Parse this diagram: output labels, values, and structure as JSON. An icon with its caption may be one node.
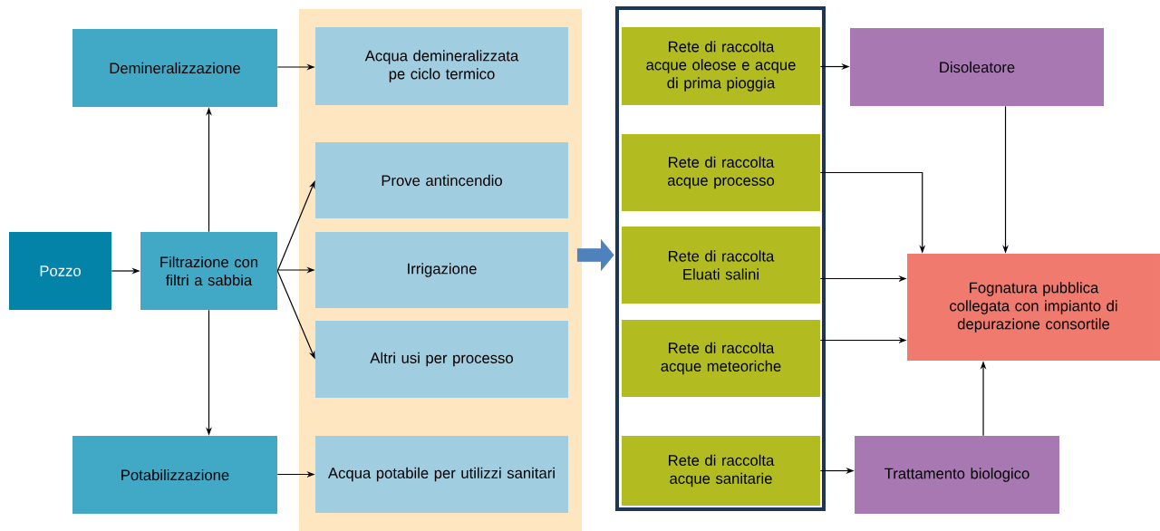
{
  "diagram": {
    "nodes": [
      {
        "text": [
          "Demineralizzazione"
        ]
      },
      {
        "text": [
          "Pozzo"
        ]
      },
      {
        "text": [
          "Filtrazione con filtri a sabbia"
        ]
      },
      {
        "text": [
          "Potabilizzazione"
        ]
      },
      {
        "text": [],
        "shape": "box"
      },
      {
        "text": [
          "Acqua demineralizzata pe ciclo termico"
        ],
        "in": 4
      },
      {
        "text": [
          "Prove antincendio"
        ],
        "in": 4
      },
      {
        "text": [
          "Irrigazione"
        ],
        "in": 4
      },
      {
        "text": [
          "Altri usi per processo"
        ],
        "in": 4
      },
      {
        "text": [
          "Acqua potabile per utilizzi sanitari"
        ],
        "in": 4
      },
      {
        "text": [],
        "shape": "box"
      },
      {
        "text": [
          "Rete di raccolta acque oleose e acque di prima pioggia"
        ],
        "in": 10
      },
      {
        "text": [
          "Rete di raccolta acque processo"
        ],
        "in": 10
      },
      {
        "text": [
          "Rete di raccolta Eluati salini"
        ],
        "in": 10
      },
      {
        "text": [
          "Rete di raccolta acque meteoriche"
        ],
        "in": 10
      },
      {
        "text": [
          "Rete di raccolta acque sanitarie"
        ],
        "in": 10
      },
      {
        "text": [
          "Disoleatore"
        ]
      },
      {
        "text": [
          "Fognatura pubblica collegata con impianto di depurazione consortile"
        ]
      },
      {
        "text": [
          "Trattamento biologico"
        ]
      }
    ],
    "edges": [
      {
        "from": 1,
        "to": 2,
        "arrow": "to"
      },
      {
        "from": 2,
        "to": 0,
        "arrow": "to"
      },
      {
        "from": 2,
        "to": 3,
        "arrow": "to"
      },
      {
        "from": 0,
        "to": 5,
        "arrow": "to"
      },
      {
        "from": 2,
        "to": 6,
        "arrow": "to"
      },
      {
        "from": 2,
        "to": 7,
        "arrow": "to"
      },
      {
        "from": 2,
        "to": 8,
        "arrow": "to"
      },
      {
        "from": 3,
        "to": 9,
        "arrow": "to"
      },
      {
        "from": 4,
        "to": 10,
        "arrow": "to",
        "style": "thick",
        "color": "#4f81bd"
      },
      {
        "from": 11,
        "to": 16,
        "arrow": "to"
      },
      {
        "from": 12,
        "to": 17,
        "arrow": "to"
      },
      {
        "from": 16,
        "to": 17,
        "arrow": "to"
      },
      {
        "from": 13,
        "to": 17,
        "arrow": "to"
      },
      {
        "from": 14,
        "to": 17,
        "arrow": "to"
      },
      {
        "from": 15,
        "to": 18,
        "arrow": "to"
      },
      {
        "from": 18,
        "to": 17,
        "arrow": "to"
      }
    ]
  }
}
